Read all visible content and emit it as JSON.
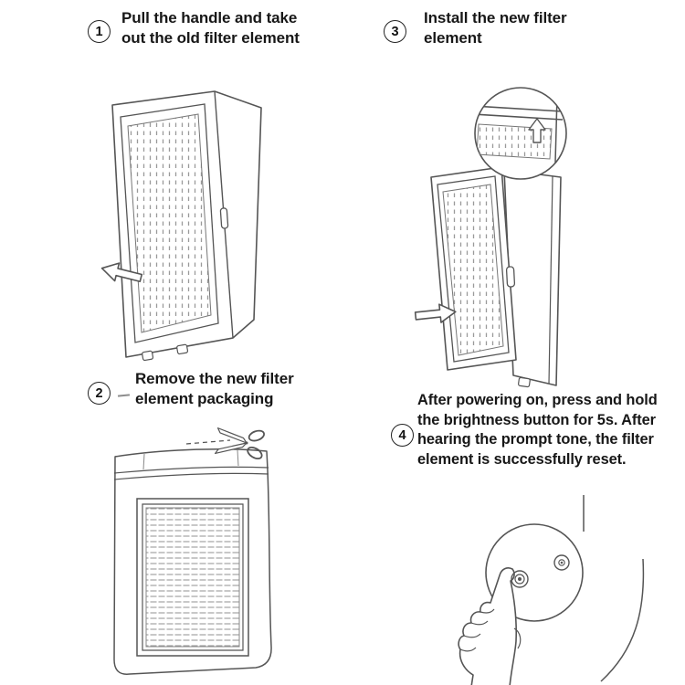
{
  "steps": [
    {
      "number": "1",
      "text": "Pull the handle and take out the old filter element"
    },
    {
      "number": "2",
      "text": "Remove the new filter element packaging"
    },
    {
      "number": "3",
      "text": "Install the new filter element"
    },
    {
      "number": "4",
      "text": "After powering on, press and hold the brightness button for 5s. After hearing the prompt tone, the filter element is successfully reset."
    }
  ],
  "illustrations": {
    "step1": "old-filter-pulled-out-of-housing",
    "step2": "new-filter-in-plastic-packaging-with-scissors",
    "step3": "new-filter-inserted-into-housing-with-magnified-slot-detail",
    "step4": "finger-pressing-round-brightness-button-on-device"
  },
  "colors": {
    "background": "#ffffff",
    "line": "#555555",
    "texture": "#9a9a9a",
    "text": "#171717"
  }
}
